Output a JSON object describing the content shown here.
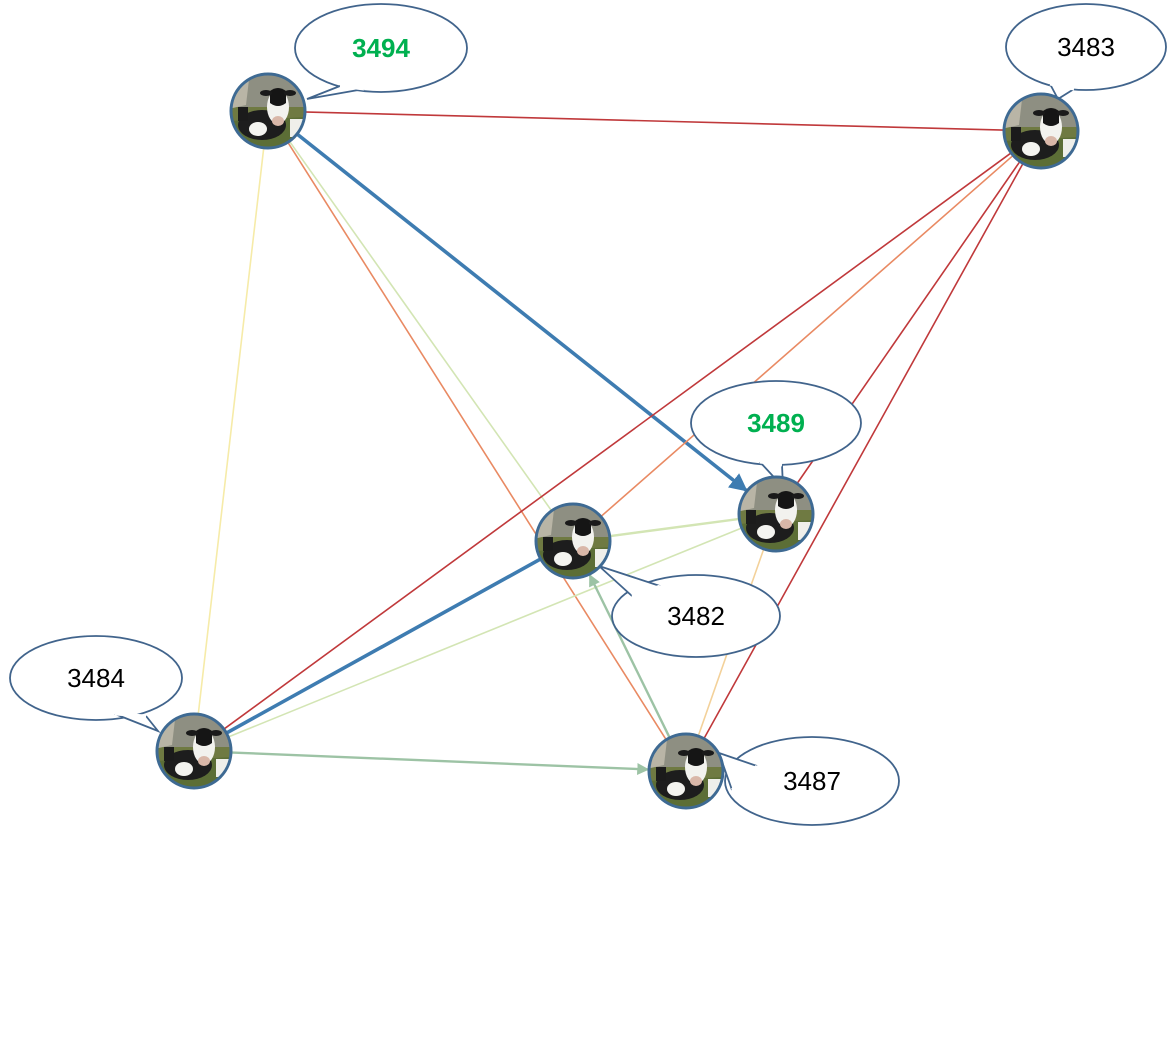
{
  "colors": {
    "node_border": "#3E6A93",
    "bubble_border": "#41648C",
    "highlight_text": "#00B050",
    "normal_text": "#000000",
    "edge_blue": "#3E7CB1",
    "edge_red": "#C0393B",
    "edge_orange": "#E98A63",
    "edge_lightgreen": "#D3E5B4",
    "edge_yellow": "#F6EBA8",
    "edge_sage": "#9DC3A5",
    "edge_peach": "#F3D19A"
  },
  "nodes": [
    {
      "id": "3494",
      "label": "3494",
      "highlight": true,
      "icon": "cow-icon"
    },
    {
      "id": "3483",
      "label": "3483",
      "highlight": false,
      "icon": "cow-icon"
    },
    {
      "id": "3489",
      "label": "3489",
      "highlight": true,
      "icon": "cow-icon"
    },
    {
      "id": "3482",
      "label": "3482",
      "highlight": false,
      "icon": "cow-icon"
    },
    {
      "id": "3484",
      "label": "3484",
      "highlight": false,
      "icon": "cow-icon"
    },
    {
      "id": "3487",
      "label": "3487",
      "highlight": false,
      "icon": "cow-icon"
    }
  ],
  "edges": [
    {
      "from": "3494",
      "to": "3483",
      "color": "edge_red",
      "weight": "thin",
      "arrow": false
    },
    {
      "from": "3494",
      "to": "3489",
      "color": "edge_blue",
      "weight": "thick",
      "arrow": true
    },
    {
      "from": "3494",
      "to": "3484",
      "color": "edge_yellow",
      "weight": "thin",
      "arrow": false
    },
    {
      "from": "3494",
      "to": "3482",
      "color": "edge_lightgreen",
      "weight": "thin",
      "arrow": false
    },
    {
      "from": "3494",
      "to": "3487",
      "color": "edge_orange",
      "weight": "thin",
      "arrow": false
    },
    {
      "from": "3483",
      "to": "3484",
      "color": "edge_red",
      "weight": "thin",
      "arrow": false
    },
    {
      "from": "3483",
      "to": "3482",
      "color": "edge_orange",
      "weight": "thin",
      "arrow": false
    },
    {
      "from": "3483",
      "to": "3489",
      "color": "edge_red",
      "weight": "thin",
      "arrow": false
    },
    {
      "from": "3483",
      "to": "3487",
      "color": "edge_red",
      "weight": "thin",
      "arrow": false
    },
    {
      "from": "3484",
      "to": "3482",
      "color": "edge_blue",
      "weight": "thick",
      "arrow": false
    },
    {
      "from": "3484",
      "to": "3489",
      "color": "edge_lightgreen",
      "weight": "thin",
      "arrow": false
    },
    {
      "from": "3484",
      "to": "3487",
      "color": "edge_sage",
      "weight": "medium",
      "arrow": true
    },
    {
      "from": "3482",
      "to": "3489",
      "color": "edge_lightgreen",
      "weight": "medium",
      "arrow": false
    },
    {
      "from": "3487",
      "to": "3482",
      "color": "edge_sage",
      "weight": "medium",
      "arrow": true
    },
    {
      "from": "3489",
      "to": "3487",
      "color": "edge_peach",
      "weight": "thin",
      "arrow": false
    }
  ]
}
